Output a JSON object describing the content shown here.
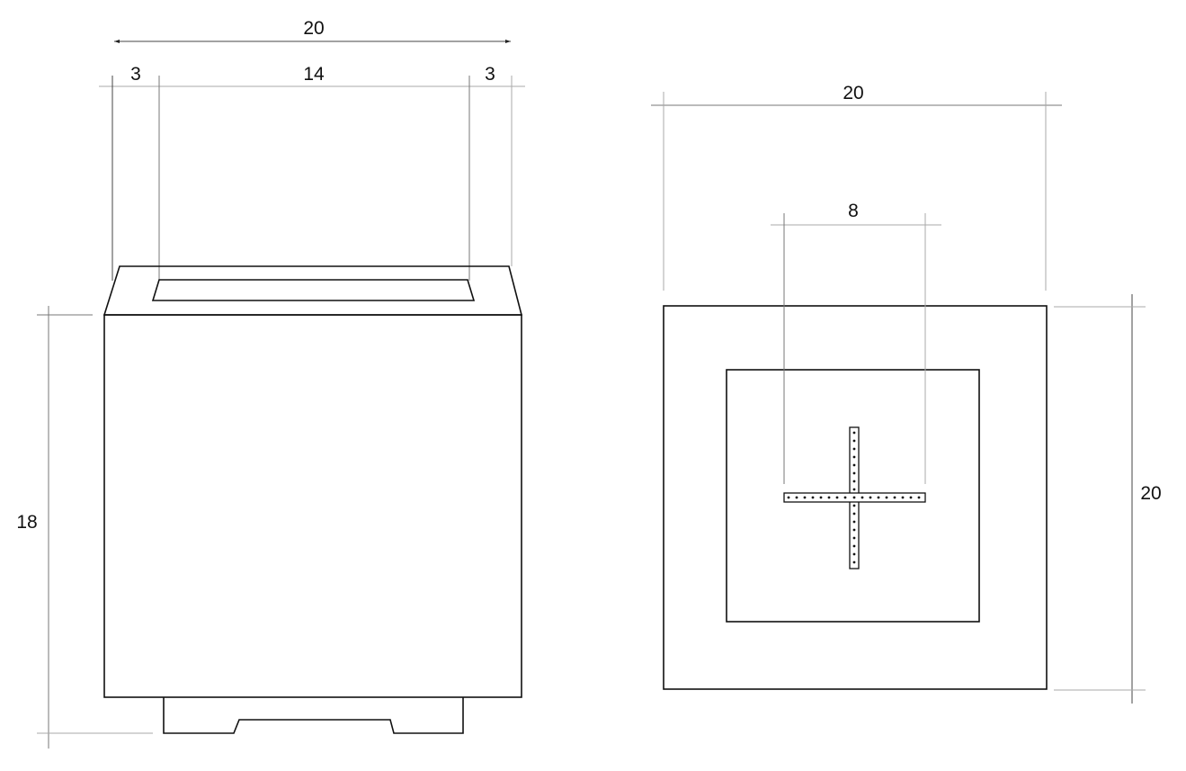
{
  "drawing": {
    "front_view": {
      "overall_width": "20",
      "left_rim": "3",
      "opening_width": "14",
      "right_rim": "3",
      "height": "18"
    },
    "top_view": {
      "overall_width": "20",
      "cross_width": "8",
      "overall_depth": "20"
    }
  }
}
